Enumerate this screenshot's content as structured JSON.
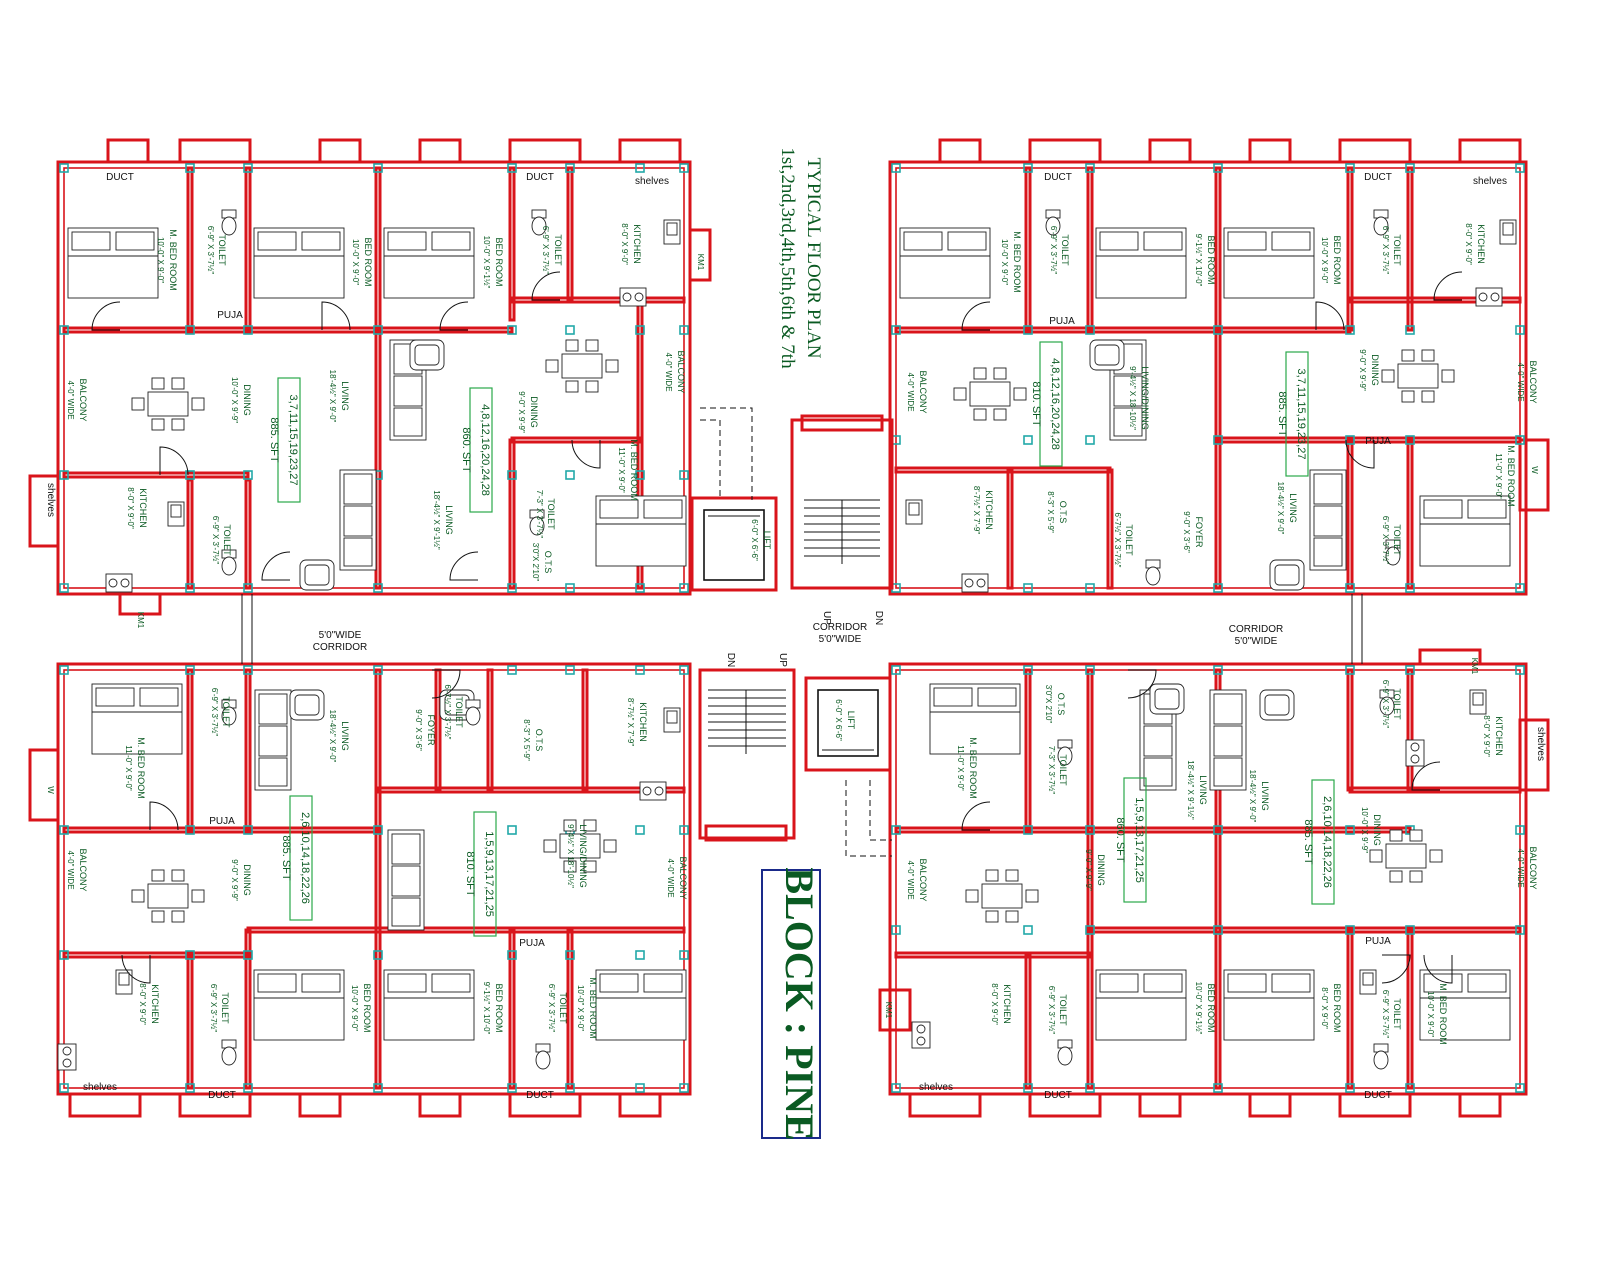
{
  "title": {
    "line1": "TYPICAL FLOOR PLAN",
    "line2": "1st,2nd,3rd,4th,5th,6th & 7th"
  },
  "block_name": "BLOCK : PINE",
  "common": {
    "duct": "DUCT",
    "shelves": "shelves",
    "puja": "PUJA",
    "km": "KM1",
    "ots": "O.T.S",
    "ots_small_dim": "3'0\"X 2'10\"",
    "ots_large_dim": "8'-3\" X 5'-9\"",
    "lift": "LIFT",
    "lift_dim": "6'-0\" X 6'-6\"",
    "corridor": "CORRIDOR",
    "corridor_width": "5'0\"WIDE",
    "up": "UP",
    "dn": "DN",
    "w": "W"
  },
  "rooms": {
    "m_bed": "M. BED ROOM",
    "bed": "BED ROOM",
    "toilet": "TOILET",
    "kitchen": "KITCHEN",
    "dining": "DINING",
    "living": "LIVING",
    "living_dining": "LIVING/DINING",
    "balcony": "BALCONY",
    "balcony_width": "4'-0\" WIDE",
    "foyer": "FOYER"
  },
  "dims": {
    "d1": "10'-0\" X 9'-0\"",
    "d2": "10'-0\" X 9'-1½\"",
    "d3": "6'-9\" X 3'-7½\"",
    "d4": "8'-0\" X 9'-0\"",
    "d5": "18'-4½\" X 9'-0\"",
    "d6": "10'-0\" X 9'-9\"",
    "d7": "9'-0\" X 9'-9\"",
    "d8": "18'-4½\" X 9'-1½\"",
    "d9": "11'-0\" X 9'-0\"",
    "d10": "7'-3\" X 3'-7½\"",
    "d11": "9'-1½\" X 10'-0\"",
    "d12": "9'-4½\" X 18'-10½\"",
    "d13": "8'-7½\" X 7'-9\"",
    "d14": "6'-7½\" X 3'-7½\"",
    "d15": "9'-0\" X 3'-6\"",
    "d16": "18'-4½\" X 9'-0\""
  },
  "flats": {
    "f885a": {
      "units": "3,7,11,15,19,23,27",
      "area": "885. SFT"
    },
    "f860a": {
      "units": "4,8,12,16,20,24,28",
      "area": "860. SFT"
    },
    "f885b": {
      "units": "2,6,10,14,18,22,26",
      "area": "885. SFT"
    },
    "f810a": {
      "units": "1,5,9,13,17,21,25",
      "area": "810. SFT"
    },
    "f810b": {
      "units": "4,8,12,16,20,24,28",
      "area": "810. SFT"
    },
    "f885c": {
      "units": "3,7,11,15,19,23,27",
      "area": "885. SFT"
    },
    "f860b": {
      "units": "1,5,9,13,17,21,25",
      "area": "860. SFT"
    },
    "f885d": {
      "units": "2,6,10,14,18,22,26",
      "area": "885. SFT"
    }
  }
}
